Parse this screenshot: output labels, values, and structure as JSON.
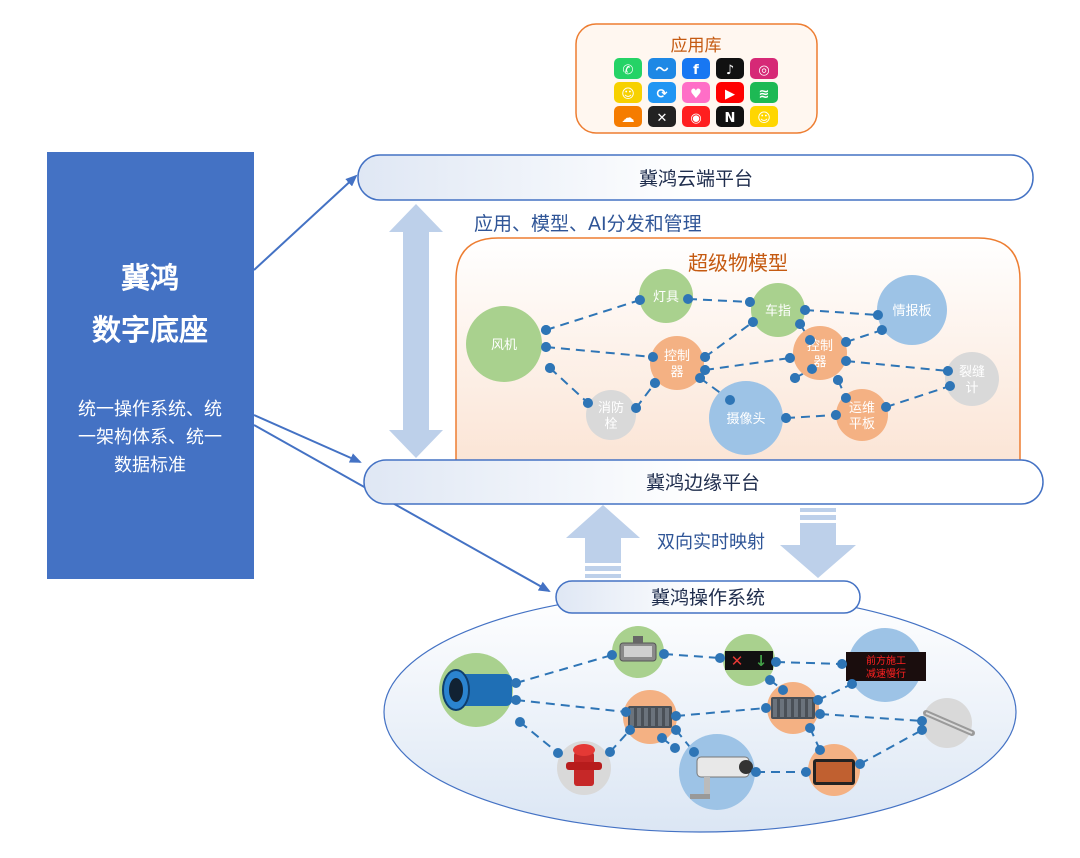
{
  "app_library": {
    "title": "应用库",
    "icons": [
      {
        "name": "whatsapp-icon",
        "color": "#25d366",
        "glyph": "✆"
      },
      {
        "name": "messenger-icon",
        "color": "#1e88e5",
        "glyph": "〜"
      },
      {
        "name": "facebook-icon",
        "color": "#1877f2",
        "glyph": "f"
      },
      {
        "name": "tiktok-icon",
        "color": "#111111",
        "glyph": "♪"
      },
      {
        "name": "instagram-icon",
        "color": "#d62976",
        "glyph": "◎"
      },
      {
        "name": "snapchat-icon",
        "color": "#f7d100",
        "glyph": "☺"
      },
      {
        "name": "share-icon",
        "color": "#2196f3",
        "glyph": "⟳"
      },
      {
        "name": "likee-icon",
        "color": "#ff6ec7",
        "glyph": "♥"
      },
      {
        "name": "youtube-icon",
        "color": "#ff0000",
        "glyph": "▶"
      },
      {
        "name": "spotify-icon",
        "color": "#1db954",
        "glyph": "≋"
      },
      {
        "name": "uc-browser-icon",
        "color": "#f57c00",
        "glyph": "☁"
      },
      {
        "name": "vidmate-icon",
        "color": "#222222",
        "glyph": "✕"
      },
      {
        "name": "youtube-music-icon",
        "color": "#ff1f1f",
        "glyph": "◉"
      },
      {
        "name": "netflix-icon",
        "color": "#111111",
        "glyph": "N"
      },
      {
        "name": "smiley-app-icon",
        "color": "#ffd600",
        "glyph": "☺"
      }
    ]
  },
  "left_panel": {
    "title_line1": "冀鸿",
    "title_line2": "数字底座",
    "desc_line1": "统一操作系统、统",
    "desc_line2": "一架构体系、统一",
    "desc_line3": "数据标准"
  },
  "cloud_platform": {
    "label": "冀鸿云端平台"
  },
  "distribution_label": "应用、模型、AI分发和管理",
  "super_model": {
    "title": "超级物模型",
    "nodes": {
      "fan": "风机",
      "lamp": "灯具",
      "lane_sign": "车指",
      "info_board": "情报板",
      "controller1_l1": "控制",
      "controller1_l2": "器",
      "controller2_l1": "控制",
      "controller2_l2": "器",
      "crack_l1": "裂缝",
      "crack_l2": "计",
      "hydrant_l1": "消防",
      "hydrant_l2": "栓",
      "camera": "摄像头",
      "tablet_l1": "运维",
      "tablet_l2": "平板"
    }
  },
  "edge_platform": {
    "label": "冀鸿边缘平台"
  },
  "mapping_label": "双向实时映射",
  "os": {
    "label": "冀鸿操作系统"
  },
  "led_board": {
    "line1": "前方施工",
    "line2": "减速慢行"
  },
  "colors": {
    "left_panel": "#4472c4",
    "green_node": "#a9d18e",
    "orange_node": "#f4b183",
    "blue_node": "#9dc3e6",
    "gray_node": "#d9d9d9",
    "link": "#2e75b6",
    "dot": "#2e75b6",
    "frame_orange": "#ed7d31",
    "arrow_light": "#c5d5ea"
  }
}
